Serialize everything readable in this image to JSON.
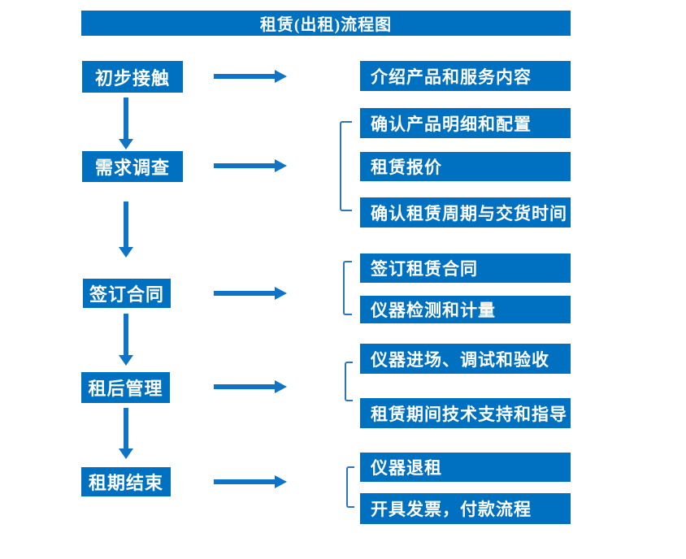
{
  "title": "租赁(出租)流程图",
  "colors": {
    "box": "#0070C0",
    "arrow": "#0F74C6",
    "bracket": "#2E75B6",
    "text": "#FFFFFF",
    "background": "#FFFFFF"
  },
  "steps": [
    {
      "label": "初步接触",
      "details": [
        "介绍产品和服务内容"
      ]
    },
    {
      "label": "需求调查",
      "details": [
        "确认产品明细和配置",
        "租赁报价",
        "确认租赁周期与交货时间"
      ]
    },
    {
      "label": "签订合同",
      "details": [
        "签订租赁合同",
        "仪器检测和计量"
      ]
    },
    {
      "label": "租后管理",
      "details": [
        "仪器进场、调试和验收",
        "租赁期间技术支持和指导"
      ]
    },
    {
      "label": "租期结束",
      "details": [
        "仪器退租",
        "开具发票，付款流程"
      ]
    }
  ]
}
